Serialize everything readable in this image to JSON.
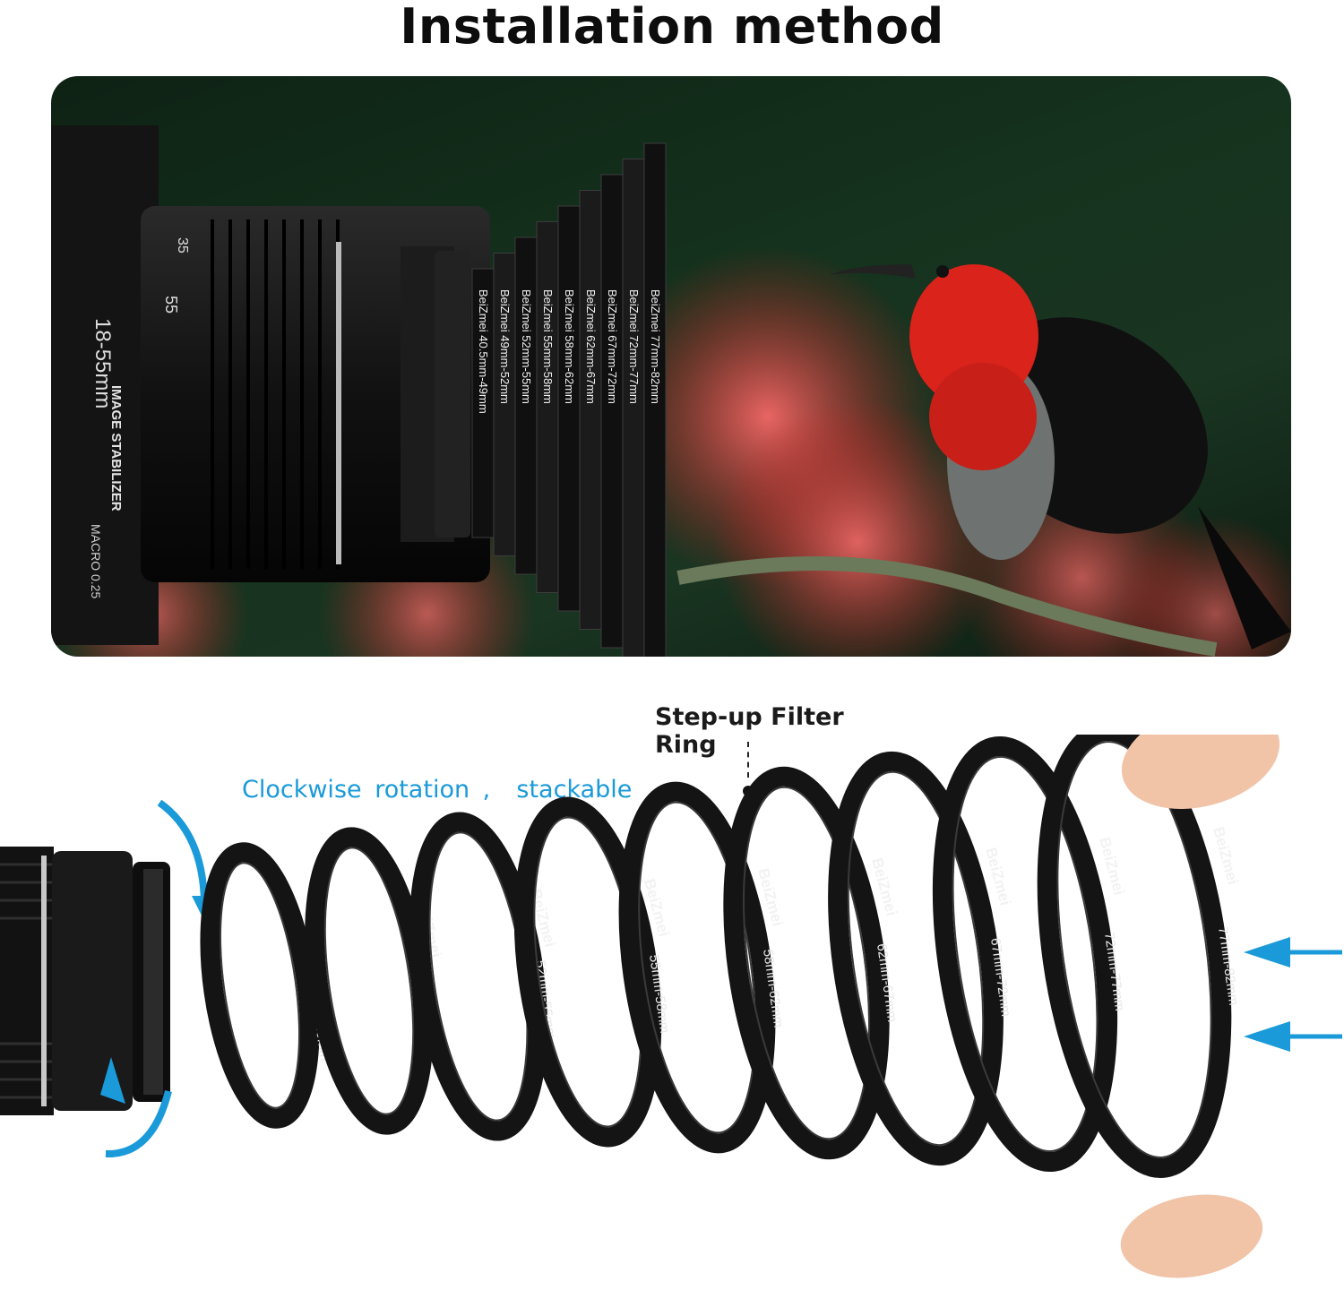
{
  "title": "Installation method",
  "brand": "BeiZmei",
  "lens_marks": {
    "focal_range": "18-55mm",
    "focal_55": "55",
    "focal_35": "35",
    "stabilizer": "IMAGE STABILIZER",
    "macro": "MACRO 0.25"
  },
  "ring_sizes": [
    "40.5mm-49mm",
    "49mm-52mm",
    "52mm-55mm",
    "55mm-58mm",
    "58mm-62mm",
    "62mm-67mm",
    "67mm-72mm",
    "72mm-77mm",
    "77mm-82mm"
  ],
  "callout": "Step-up Filter Ring",
  "instruction": "Clockwise  rotation ,  stackable",
  "colors": {
    "accent_blue": "#1a9ad8",
    "ring_black": "#141414",
    "bird_red": "#d9231b",
    "flower_red": "#ff3a3a"
  }
}
